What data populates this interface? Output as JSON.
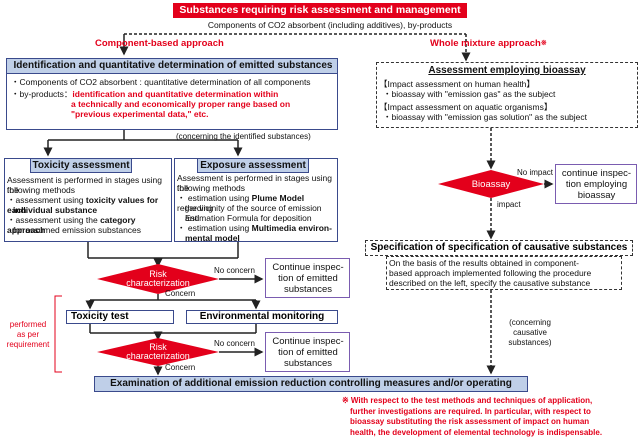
{
  "colors": {
    "red": "#e3001b",
    "header_fill": "#bfcfe8",
    "border": "#3a4a8c",
    "purple": "#7a5cb0"
  },
  "top": {
    "title": "Substances requiring risk assessment and management",
    "subtitle": "Components of CO2 absorbent (including additives), by-products",
    "component_approach": "Component-based approach",
    "mixture_approach": "Whole mixture approach",
    "mixture_mark": "※"
  },
  "identification": {
    "title": "Identification and quantitative determination of emitted substances",
    "line1": "・Components of CO2 absorbent :  quantitative determination of all components",
    "line2_label": "・by-products：",
    "line2_red": "identification and quantitative determination within",
    "line3_red": "a technically and economically proper range based on",
    "line4_red": "\"previous experimental data,\" etc.",
    "note": "(concerning the identified substances)"
  },
  "toxicity": {
    "title": "Toxicity assessment",
    "l1": "Assessment is performed in stages using the",
    "l2": "following methods",
    "l3a": "・assessment using ",
    "l3b": "toxicity values for each",
    "l4": "individual substance",
    "l5a": "・assessment using the ",
    "l5b": "category approach",
    "l6": "for assumed emission substances"
  },
  "exposure": {
    "title": "Exposure assessment",
    "l1": "Assessment is performed in stages using the",
    "l2": "following methods",
    "l3a": "・ estimation using ",
    "l3b": "Plume Model",
    "l3c": " regarding",
    "l4": "the vicinity of the source of emission and",
    "l5": "Estimation Formula for deposition",
    "l6a": "・ estimation using ",
    "l6b": "Multimedia environ-",
    "l7": "mental model"
  },
  "risk1": {
    "label1": "Risk",
    "label2": "characterization",
    "no_concern": "No concern",
    "concern": "Concern",
    "cont1": "Continue inspec-",
    "cont2": "tion of emitted",
    "cont3": "substances"
  },
  "performed": {
    "l1": "performed",
    "l2": "as per",
    "l3": "requirement"
  },
  "toxicity_test": "Toxicity test",
  "env_monitoring": "Environmental monitoring",
  "risk2": {
    "label1": "Risk",
    "label2": "characterization",
    "no_concern": "No concern",
    "concern": "Concern",
    "cont1": "Continue inspec-",
    "cont2": "tion of emitted",
    "cont3": "substances"
  },
  "examination": "Examination of additional emission reduction controlling measures and/or operating conditions",
  "bioassay_box": {
    "title": "Assessment employing bioassay",
    "h1": "【Impact assessment on human health】",
    "b1": "・bioassay with \"emission gas\" as the subject",
    "h2": "【Impact assessment on aquatic organisms】",
    "b2": "・bioassay with \"emission gas solution\" as the subject"
  },
  "bioassay_diamond": {
    "label": "Bioassay",
    "no_impact": "No impact",
    "impact": "impact",
    "cont1": "continue inspec-",
    "cont2": "tion employing",
    "cont3": "bioassay"
  },
  "spec": {
    "title": "Specification of specification of causative substances",
    "l1": "On the basis of the results obtained in component-",
    "l2": "based approach implemented following the procedure",
    "l3": "described on the left, specify the causative substance"
  },
  "concerning": {
    "l1": "(concerning",
    "l2": "causative",
    "l3": "substances)"
  },
  "footnote": {
    "l1": "※ With respect to the test methods and techniques of application,",
    "l2": "further investigations are required. In particular, with respect to",
    "l3": "bioassay substituting the risk assessment of impact on human",
    "l4": "health, the development of elemental technology is indispensable."
  }
}
